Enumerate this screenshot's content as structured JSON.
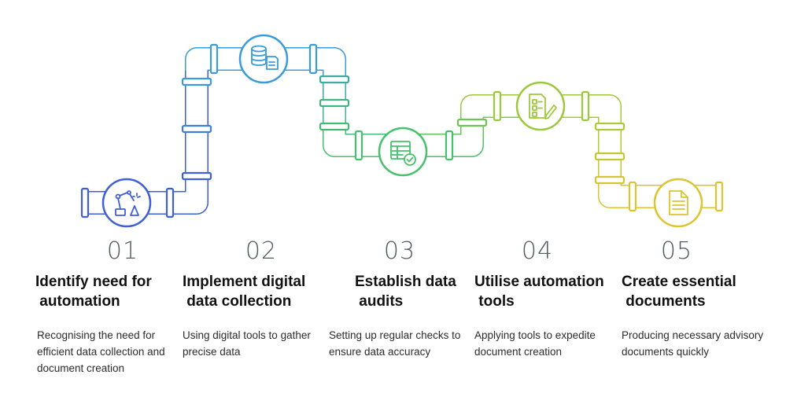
{
  "colors": {
    "step1": "#3f5fd6",
    "step2": "#3a9bd9",
    "step3": "#46c16b",
    "step4": "#9cc93c",
    "step5": "#dcc531"
  },
  "steps": [
    {
      "number": "01",
      "title": "Identify need for\n automation",
      "description": "Recognising the need for efficient data collection and document creation",
      "icon": "robot-arm-icon"
    },
    {
      "number": "02",
      "title": "Implement digital\n data collection",
      "description": "Using digital tools to gather precise data",
      "icon": "database-document-icon"
    },
    {
      "number": "03",
      "title": "Establish data\n audits",
      "description": "Setting up regular checks to ensure data accuracy",
      "icon": "table-check-icon"
    },
    {
      "number": "04",
      "title": "Utilise automation\n tools",
      "description": "Applying tools to expedite document creation",
      "icon": "checklist-edit-icon"
    },
    {
      "number": "05",
      "title": "Create essential\n documents",
      "description": "Producing necessary advisory documents quickly",
      "icon": "document-icon"
    }
  ]
}
